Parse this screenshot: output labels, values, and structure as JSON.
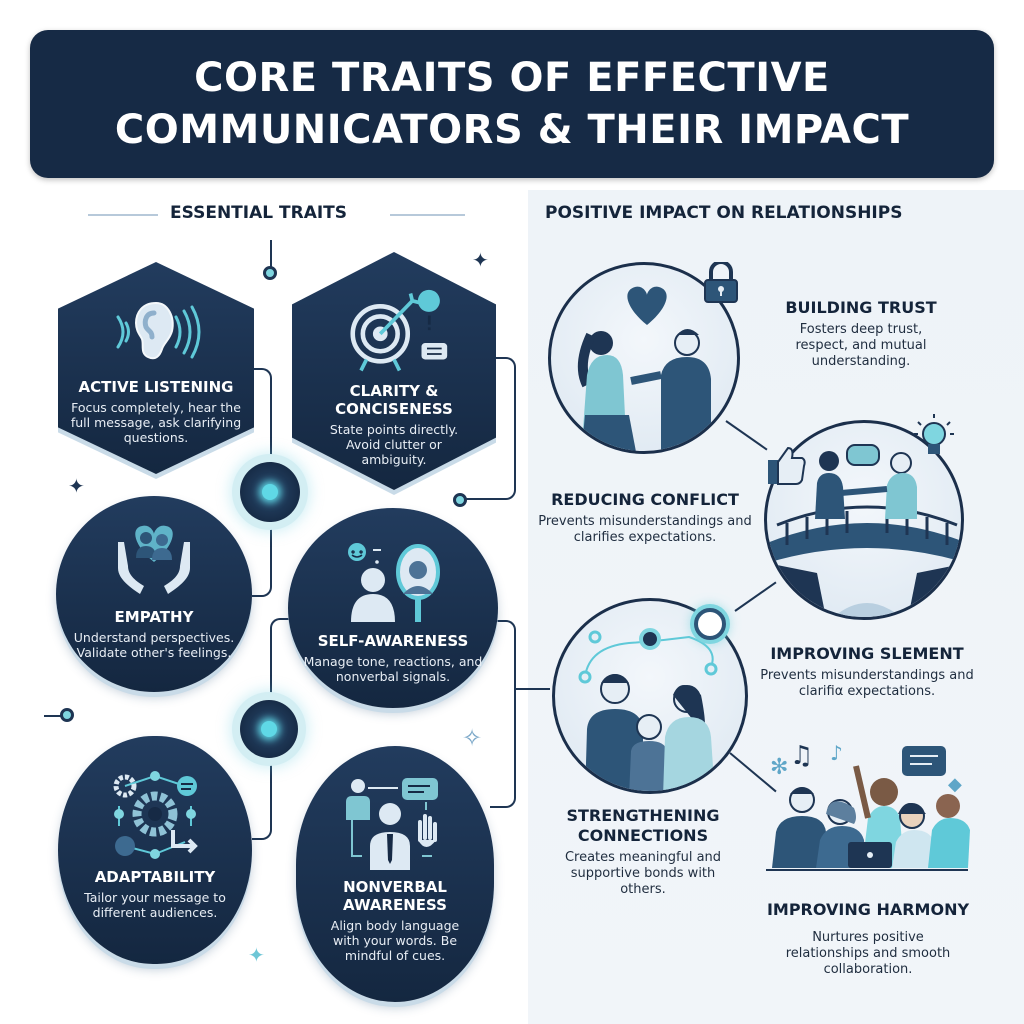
{
  "header": {
    "title_line1": "CORE TRAITS OF EFFECTIVE",
    "title_line2": "COMMUNICATORS & THEIR IMPACT"
  },
  "sections": {
    "traits_title": "ESSENTIAL TRAITS",
    "impact_title": "POSITIVE IMPACT ON RELATIONSHIPS"
  },
  "traits": [
    {
      "name": "ACTIVE LISTENING",
      "description": "Focus completely, hear the full message, ask clarifying questions.",
      "icon": "ear-icon"
    },
    {
      "name": "CLARITY & CONCISENESS",
      "description": "State points directly. Avoid clutter or ambiguity.",
      "icon": "target-arrow-icon"
    },
    {
      "name": "EMPATHY",
      "description": "Understand perspectives. Validate other's feelings.",
      "icon": "hands-heart-icon"
    },
    {
      "name": "SELF-AWARENESS",
      "description": "Manage tone, reactions, and nonverbal signals.",
      "icon": "mirror-person-icon"
    },
    {
      "name": "ADAPTABILITY",
      "description": "Tailor your message to different audiences.",
      "icon": "gears-network-icon"
    },
    {
      "name": "NONVERBAL AWARENESS",
      "description": "Align body language with your words. Be mindful of cues.",
      "icon": "body-language-icon"
    }
  ],
  "impacts": [
    {
      "name": "BUILDING TRUST",
      "description": "Fosters deep trust, respect, and mutual understanding.",
      "icon": "couple-heart-lock-icon"
    },
    {
      "name": "REDUCING CONFLICT",
      "description": "Prevents misunderstandings and clarifies expectations.",
      "icon": "bridge-handshake-icon"
    },
    {
      "name": "IMPROVING SLEMENT",
      "description": "Prevents misunderstandings and clarifiα expectations.",
      "icon": "family-network-icon"
    },
    {
      "name": "STRENGTHENING CONNECTIONS",
      "description": "Creates meaningful and supportive bonds with others.",
      "icon": ""
    },
    {
      "name": "IMPROVING HARMONY",
      "description": "Nurtures positive relationships and smooth collaboration.",
      "icon": "team-celebration-icon"
    }
  ],
  "colors": {
    "navy": "#162a45",
    "teal_accent": "#5fd8e6",
    "panel_bg": "#eef3f8"
  }
}
